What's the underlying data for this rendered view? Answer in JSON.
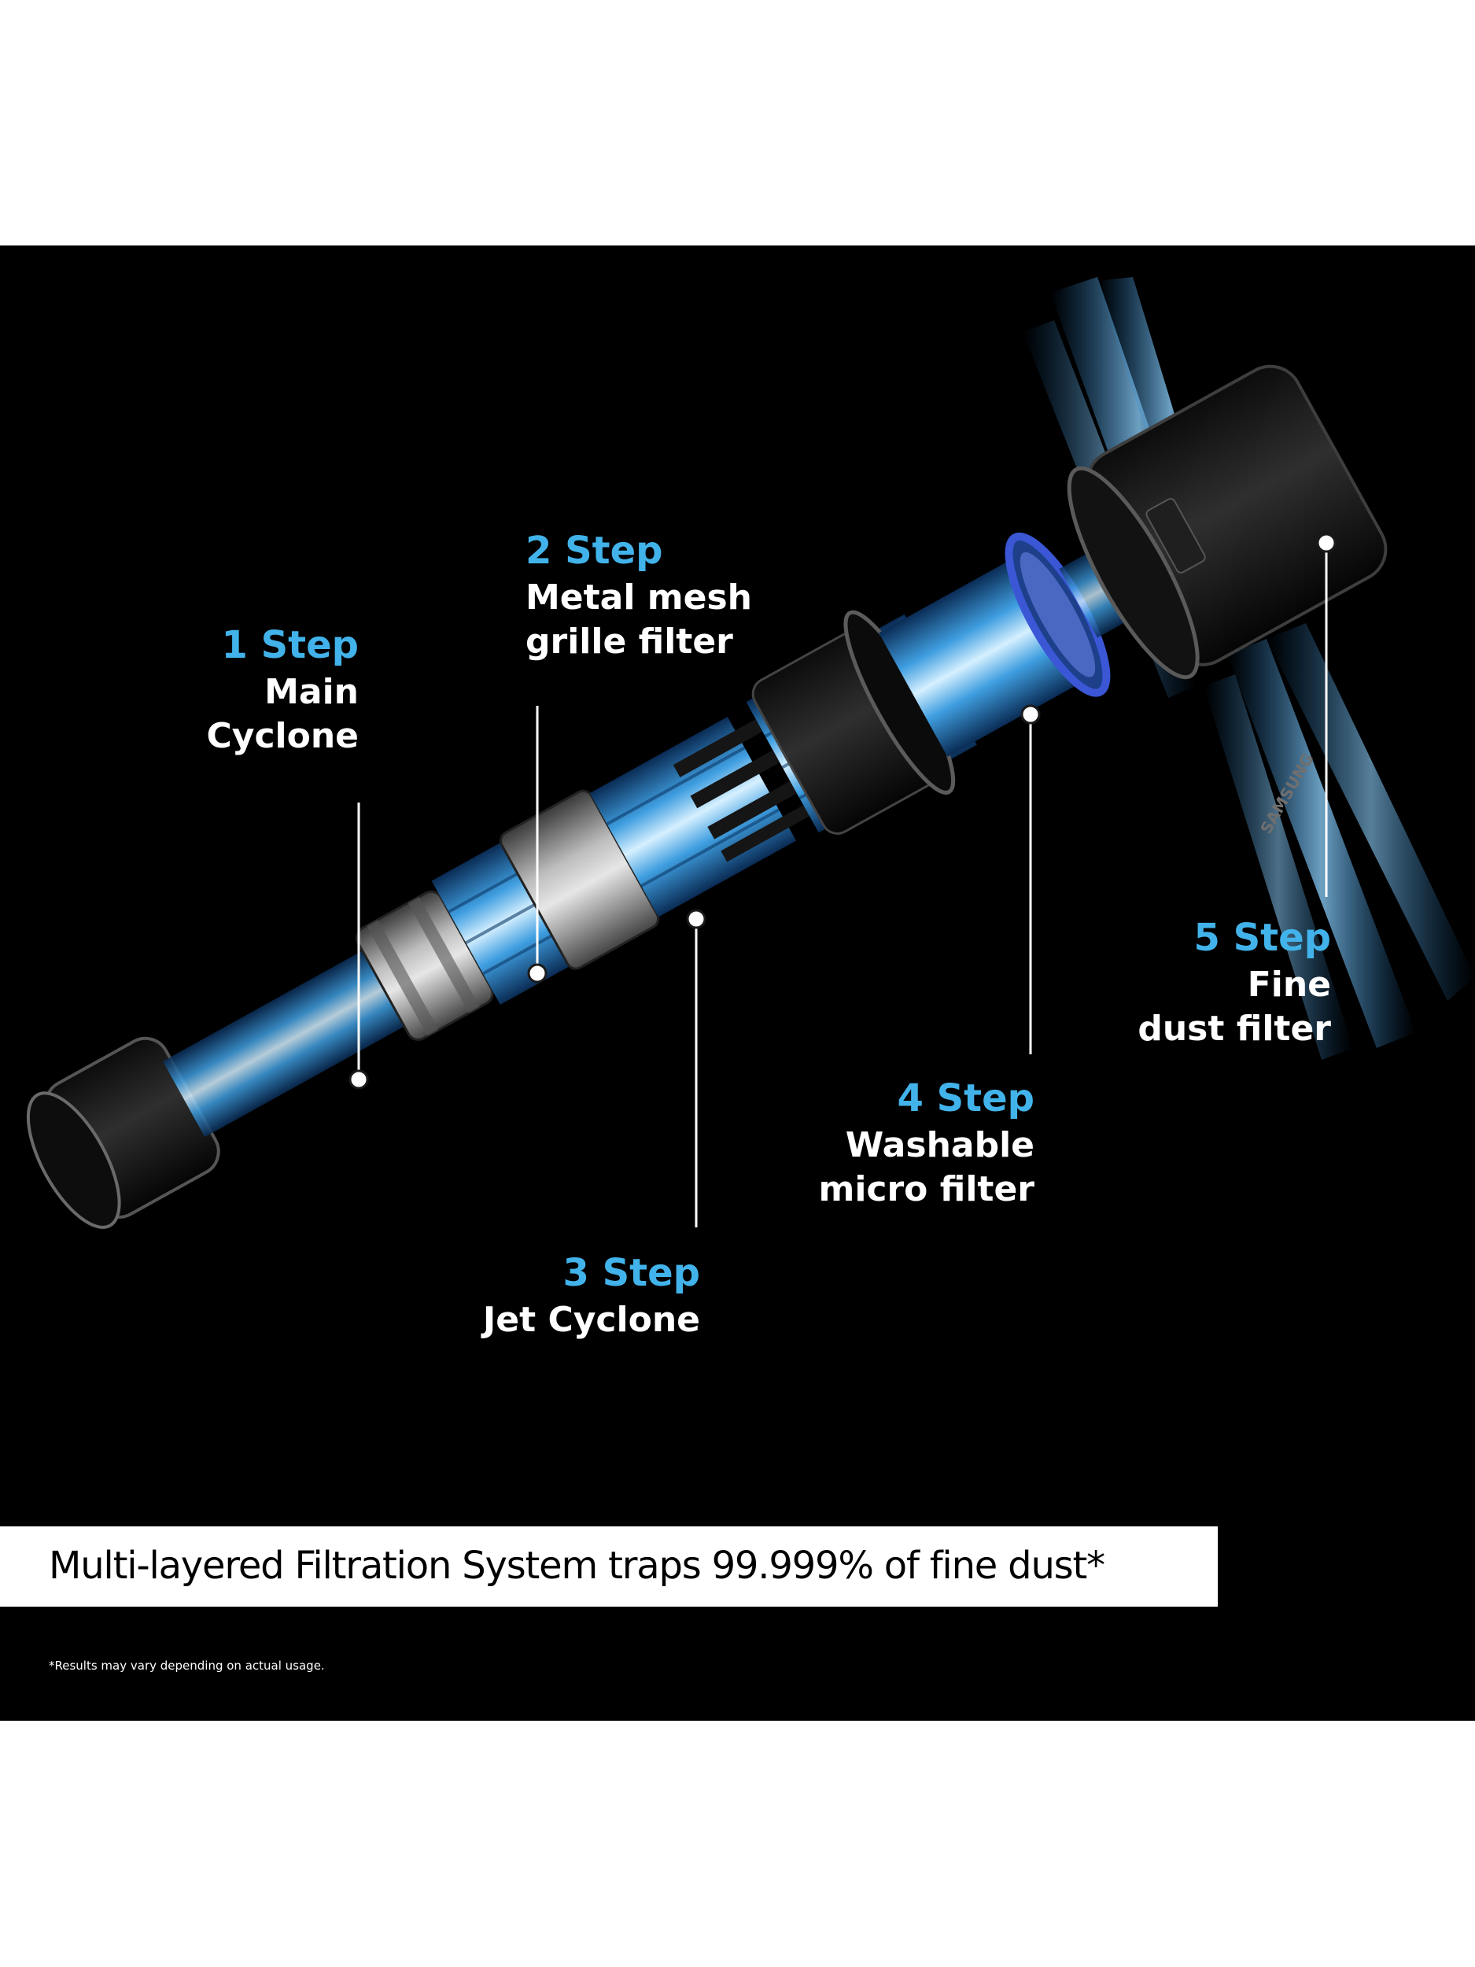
{
  "steps": [
    {
      "number": "1 Step",
      "line1": "Main",
      "line2": "Cyclone"
    },
    {
      "number": "2 Step",
      "line1": "Metal mesh",
      "line2": "grille filter"
    },
    {
      "number": "3 Step",
      "line1": "Jet Cyclone",
      "line2": ""
    },
    {
      "number": "4 Step",
      "line1": "Washable",
      "line2": "micro filter"
    },
    {
      "number": "5 Step",
      "line1": "Fine",
      "line2": "dust filter"
    }
  ],
  "brand_mark": "SAMSUNG",
  "banner": "Multi-layered Filtration System traps 99.999% of fine dust*",
  "footnote": "*Results may vary depending on actual usage.",
  "colors": {
    "accent": "#42b3ea",
    "panel": "#000000",
    "text": "#ffffff"
  }
}
